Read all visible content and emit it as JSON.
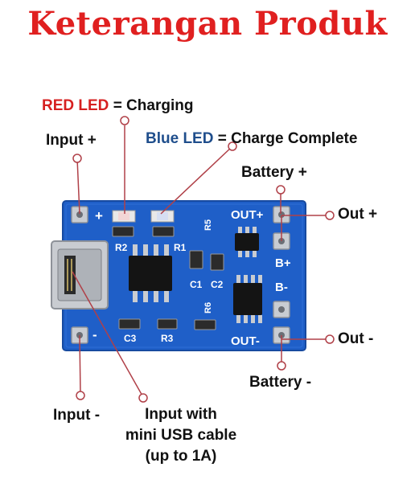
{
  "title": "Keterangan Produk",
  "labels": {
    "red_led": "RED LED",
    "red_led_desc": "= Charging",
    "blue_led": "Blue LED",
    "blue_led_desc": "= Charge Complete",
    "input_plus": "Input +",
    "battery_plus": "Battery +",
    "out_plus": "Out +",
    "out_minus": "Out -",
    "battery_minus": "Battery -",
    "input_minus": "Input -",
    "usb_line1": "Input with",
    "usb_line2": "mini USB cable",
    "usb_line3": "(up to 1A)"
  },
  "board": {
    "silk_plus": "+",
    "silk_minus": "-",
    "out_plus": "OUT+",
    "out_minus": "OUT-",
    "b_plus": "B+",
    "b_minus": "B-",
    "r1": "R1",
    "r2": "R2",
    "r3": "R3",
    "r5": "R5",
    "r6": "R6",
    "c1": "C1",
    "c2": "C2",
    "c3": "C3"
  },
  "colors": {
    "title": "#e02020",
    "pcb": "#1f5fc8",
    "callout": "#b04048",
    "red_led_text": "#d62020",
    "blue_led_text": "#1f4e8c"
  }
}
